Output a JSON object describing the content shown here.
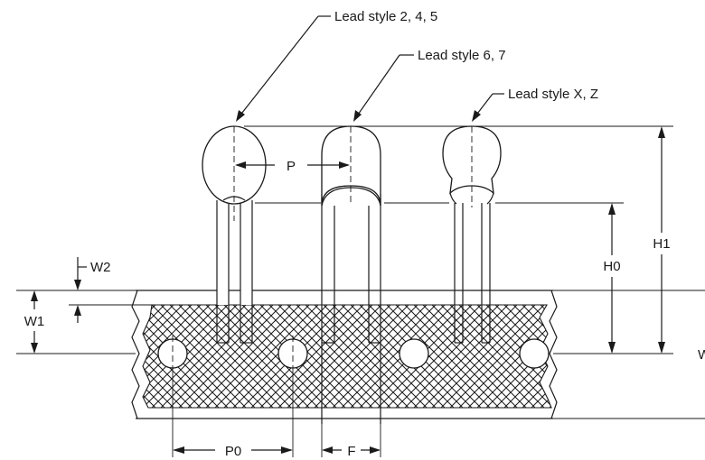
{
  "callouts": {
    "style_245": "Lead style 2, 4, 5",
    "style_67": "Lead style 6, 7",
    "style_xz": "Lead style X, Z"
  },
  "dimensions": {
    "p": "P",
    "p0": "P0",
    "f": "F",
    "w1": "W1",
    "w2": "W2",
    "h0": "H0",
    "h1": "H1",
    "w": "W"
  }
}
